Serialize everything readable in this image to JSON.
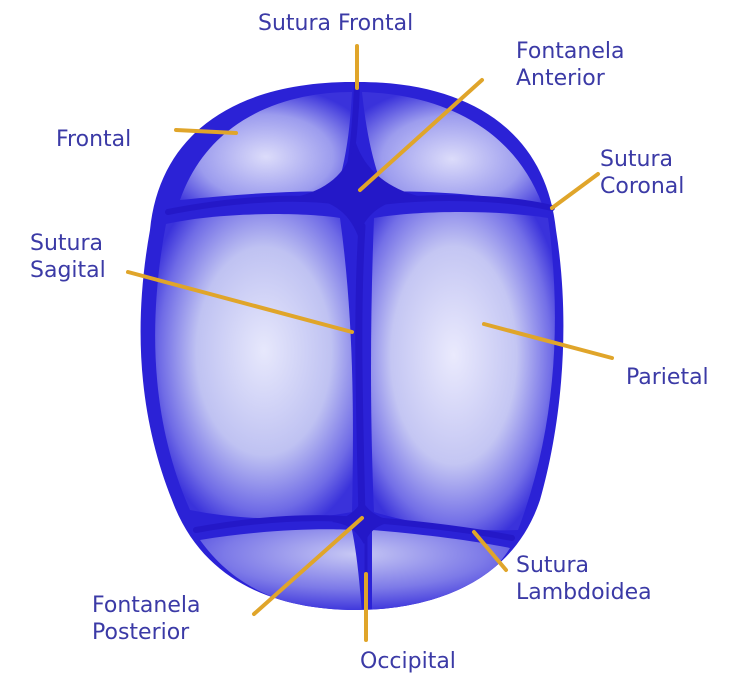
{
  "colors": {
    "bone_dark": "#2b22d6",
    "bone_light": "#e4e5fb",
    "suture": "#2418c8",
    "leader": "#e0a52a",
    "label_text": "#3b3aa6",
    "background": "#ffffff"
  },
  "labels": {
    "sutura_frontal": {
      "line1": "Sutura Frontal"
    },
    "fontanela_anterior": {
      "line1": "Fontanela",
      "line2": "Anterior"
    },
    "frontal": {
      "line1": "Frontal"
    },
    "sutura_coronal": {
      "line1": "Sutura",
      "line2": "Coronal"
    },
    "sutura_sagital": {
      "line1": "Sutura",
      "line2": "Sagital"
    },
    "parietal": {
      "line1": "Parietal"
    },
    "sutura_lambdoidea": {
      "line1": "Sutura",
      "line2": "Lambdoidea"
    },
    "fontanela_posterior": {
      "line1": "Fontanela",
      "line2": "Posterior"
    },
    "occipital": {
      "line1": "Occipital"
    }
  }
}
